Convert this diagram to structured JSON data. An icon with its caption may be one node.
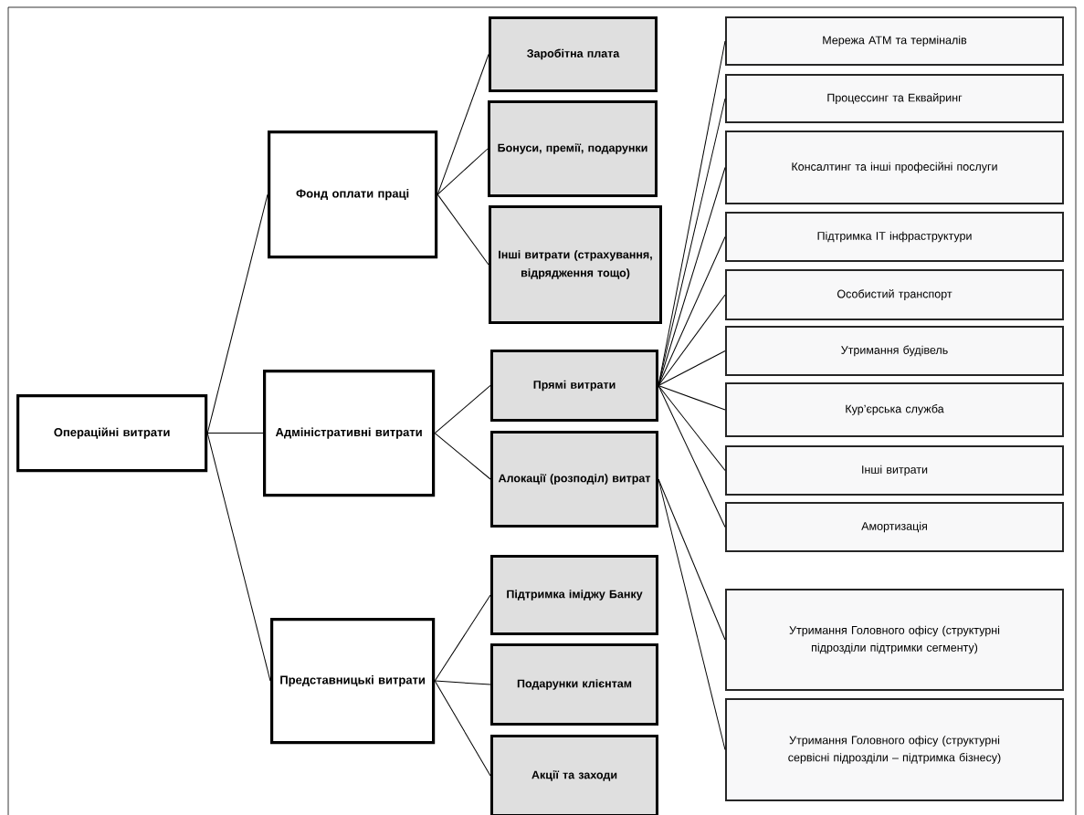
{
  "diagram": {
    "nodes": [
      {
        "text": [
          "Операційні витрати"
        ]
      },
      {
        "text": [
          "Фонд оплати праці"
        ]
      },
      {
        "text": [
          "Адміністративні витрати"
        ]
      },
      {
        "text": [
          "Представницькі витрати"
        ]
      },
      {
        "text": [
          "Заробітна плата"
        ]
      },
      {
        "text": [
          "Бонуси, премії, подарунки"
        ]
      },
      {
        "text": [
          "Інші витрати (страхування, відрядження тощо)"
        ]
      },
      {
        "text": [
          "Прямі витрати"
        ]
      },
      {
        "text": [
          "Алокації (розподіл) витрат"
        ]
      },
      {
        "text": [
          "Підтримка іміджу Банку"
        ]
      },
      {
        "text": [
          "Подарунки клієнтам"
        ]
      },
      {
        "text": [
          "Акції та заходи"
        ]
      },
      {
        "text": [
          "Мережа АТМ та терміналів"
        ]
      },
      {
        "text": [
          "Процессинг та Еквайринг"
        ]
      },
      {
        "text": [
          "Консалтинг та інші професійні послуги"
        ]
      },
      {
        "text": [
          "Підтримка ІТ інфраструктури"
        ]
      },
      {
        "text": [
          "Особистий транспорт"
        ]
      },
      {
        "text": [
          "Утримання будівель"
        ]
      },
      {
        "text": [
          "Кур’єрська служба"
        ]
      },
      {
        "text": [
          "Інші витрати"
        ]
      },
      {
        "text": [
          "Амортизація"
        ]
      },
      {
        "text": [
          "Утримання Головного офісу (структурні підрозділи підтримки сегменту)"
        ]
      },
      {
        "text": [
          "Утримання Головного офісу (структурні сервісні підрозділи – підтримка бізнесу)"
        ]
      }
    ],
    "edges": [
      {
        "from": 0,
        "to": 1,
        "arrow": "none"
      },
      {
        "from": 0,
        "to": 2,
        "arrow": "none"
      },
      {
        "from": 0,
        "to": 3,
        "arrow": "none"
      },
      {
        "from": 1,
        "to": 4,
        "arrow": "none"
      },
      {
        "from": 1,
        "to": 5,
        "arrow": "none"
      },
      {
        "from": 1,
        "to": 6,
        "arrow": "none"
      },
      {
        "from": 2,
        "to": 7,
        "arrow": "none"
      },
      {
        "from": 2,
        "to": 8,
        "arrow": "none"
      },
      {
        "from": 3,
        "to": 9,
        "arrow": "none"
      },
      {
        "from": 3,
        "to": 10,
        "arrow": "none"
      },
      {
        "from": 3,
        "to": 11,
        "arrow": "none"
      },
      {
        "from": 7,
        "to": 12,
        "arrow": "none"
      },
      {
        "from": 7,
        "to": 13,
        "arrow": "none"
      },
      {
        "from": 7,
        "to": 14,
        "arrow": "none"
      },
      {
        "from": 7,
        "to": 15,
        "arrow": "none"
      },
      {
        "from": 7,
        "to": 16,
        "arrow": "none"
      },
      {
        "from": 7,
        "to": 17,
        "arrow": "none"
      },
      {
        "from": 7,
        "to": 18,
        "arrow": "none"
      },
      {
        "from": 7,
        "to": 19,
        "arrow": "none"
      },
      {
        "from": 7,
        "to": 20,
        "arrow": "none"
      },
      {
        "from": 8,
        "to": 21,
        "arrow": "none"
      },
      {
        "from": 8,
        "to": 22,
        "arrow": "none"
      }
    ]
  }
}
